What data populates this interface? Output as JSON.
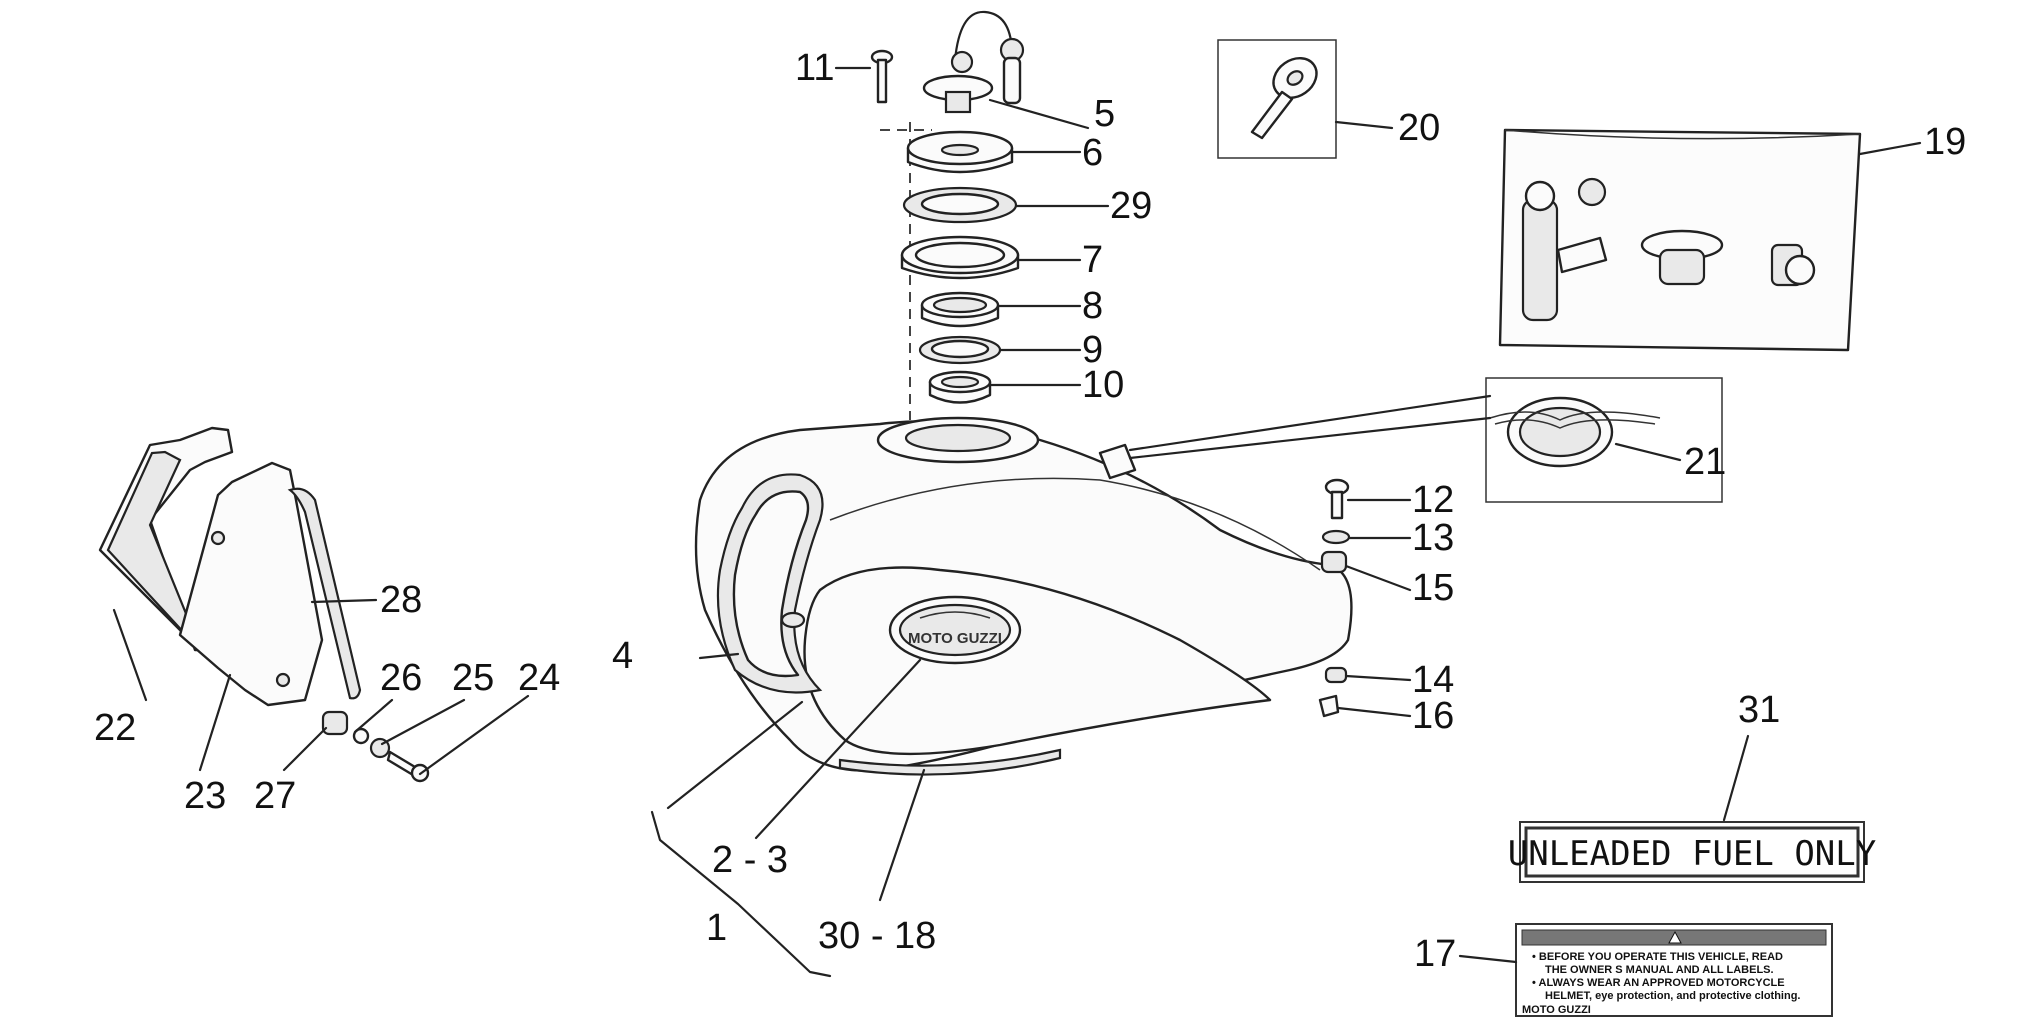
{
  "diagram": {
    "callouts": [
      {
        "id": "11",
        "text": "11"
      },
      {
        "id": "5",
        "text": "5"
      },
      {
        "id": "6",
        "text": "6"
      },
      {
        "id": "29",
        "text": "29"
      },
      {
        "id": "7",
        "text": "7"
      },
      {
        "id": "8",
        "text": "8"
      },
      {
        "id": "9",
        "text": "9"
      },
      {
        "id": "10",
        "text": "10"
      },
      {
        "id": "20",
        "text": "20"
      },
      {
        "id": "19",
        "text": "19"
      },
      {
        "id": "21",
        "text": "21"
      },
      {
        "id": "12",
        "text": "12"
      },
      {
        "id": "13",
        "text": "13"
      },
      {
        "id": "15",
        "text": "15"
      },
      {
        "id": "14",
        "text": "14"
      },
      {
        "id": "16",
        "text": "16"
      },
      {
        "id": "28",
        "text": "28"
      },
      {
        "id": "26",
        "text": "26"
      },
      {
        "id": "25",
        "text": "25"
      },
      {
        "id": "24",
        "text": "24"
      },
      {
        "id": "22",
        "text": "22"
      },
      {
        "id": "23",
        "text": "23"
      },
      {
        "id": "27",
        "text": "27"
      },
      {
        "id": "4",
        "text": "4"
      },
      {
        "id": "2-3",
        "text": "2 - 3"
      },
      {
        "id": "1",
        "text": "1"
      },
      {
        "id": "30-18",
        "text": "30 - 18"
      },
      {
        "id": "31",
        "text": "31"
      },
      {
        "id": "17",
        "text": "17"
      }
    ],
    "tank_badge_text": "MOTO GUZZI",
    "fuel_sign_text": "UNLEADED FUEL ONLY",
    "warning_label": {
      "line1": "• BEFORE YOU OPERATE THIS VEHICLE, READ",
      "line2": "THE OWNER S MANUAL AND ALL LABELS.",
      "line3": "• ALWAYS WEAR AN APPROVED MOTORCYCLE",
      "line4": "HELMET, eye protection, and protective clothing.",
      "brand": "MOTO GUZZI"
    }
  }
}
